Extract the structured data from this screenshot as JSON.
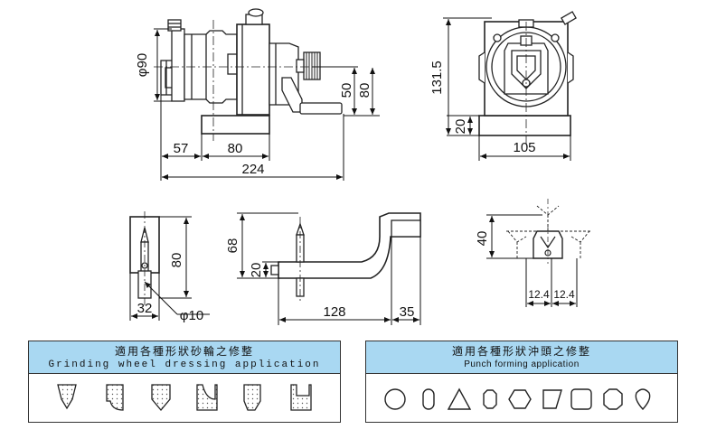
{
  "dimensions": {
    "front_view": {
      "diameter": "φ90",
      "height_center": "50",
      "height_total": "80",
      "width_left": "57",
      "width_base": "80",
      "width_total": "224"
    },
    "side_view": {
      "height": "131.5",
      "base_height": "20",
      "width": "105"
    },
    "holder_view": {
      "height": "80",
      "width": "32",
      "diameter": "φ10"
    },
    "arm_view": {
      "height": "68",
      "offset": "20",
      "length": "128",
      "tip": "35"
    },
    "punch_view": {
      "height": "40",
      "left": "12.4",
      "right": "12.4"
    }
  },
  "panels": {
    "grinding": {
      "title": "適用各種形狀砂輪之修整",
      "subtitle": "Grinding wheel dressing application",
      "shapes": [
        "v-wheel-shape",
        "radius-wheel-shape",
        "double-v-wheel-shape",
        "concave-wheel-shape",
        "angle-wheel-shape",
        "step-wheel-shape"
      ]
    },
    "punch": {
      "title": "適用各種形狀沖頭之修整",
      "subtitle": "Punch forming application",
      "shapes": [
        "circle-shape",
        "oval-shape",
        "triangle-shape",
        "octagon-shape",
        "hexagon-shape",
        "trapezoid-shape",
        "rounded-square-shape",
        "octagon-large-shape",
        "teardrop-shape"
      ]
    }
  },
  "colors": {
    "panel_header": "#a9d8f2",
    "line": "#222222"
  }
}
